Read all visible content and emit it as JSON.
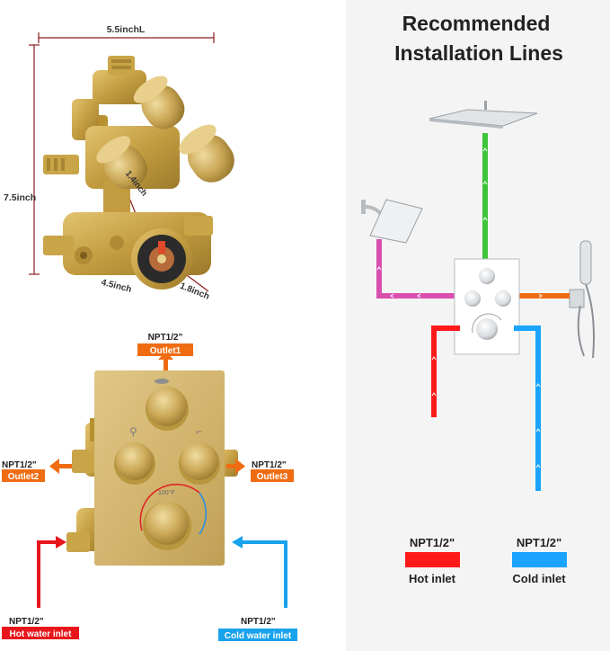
{
  "dimensions": {
    "width_label": "5.5inchL",
    "height_label": "7.5inch",
    "depth_label_a": "1.4inch",
    "base_label": "4.5inch",
    "depth_label_b": "1.8inch"
  },
  "ports": {
    "outlet1": {
      "size": "NPT1/2\"",
      "name": "Outlet1"
    },
    "outlet2": {
      "size": "NPT1/2\"",
      "name": "Outlet2"
    },
    "outlet3": {
      "size": "NPT1/2\"",
      "name": "Outlet3"
    },
    "hot_inlet": {
      "size": "NPT1/2\"",
      "name": "Hot water inlet"
    },
    "cold_inlet": {
      "size": "NPT1/2\"",
      "name": "Cold water inlet"
    }
  },
  "faceplate": {
    "temp_mark": "100°F"
  },
  "panel": {
    "title_line1": "Recommended",
    "title_line2": "Installation Lines",
    "legend": [
      {
        "size": "NPT1/2\"",
        "name": "Hot inlet",
        "color": "#ff1a1a"
      },
      {
        "size": "NPT1/2\"",
        "name": "Cold inlet",
        "color": "#1aa3ff"
      }
    ]
  },
  "colors": {
    "orange": "#ef6c12",
    "red": "#e8151b",
    "blue": "#18a2ec",
    "green": "#3ec43a",
    "magenta": "#d94fae",
    "dim_line": "#8a1c1c",
    "brass": "#c9a548"
  }
}
